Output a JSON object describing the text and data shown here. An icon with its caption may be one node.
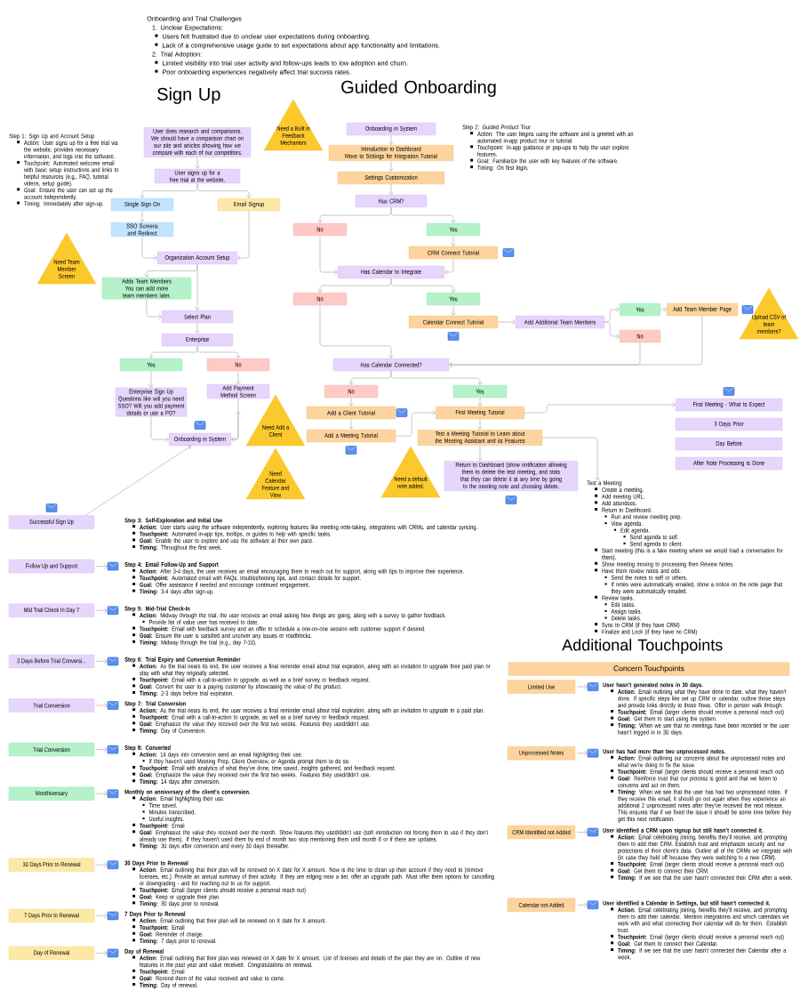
{
  "diagram": {
    "nodes": [
      {
        "text": [
          "User does research and comparisons. We should have a comparison chart on our site and articles showing how we compare with each of our competitors."
        ]
      },
      {
        "text": [
          "User signs up for a free trial at the website."
        ]
      },
      {
        "text": [
          "Single Sign On"
        ]
      },
      {
        "text": [
          "Email Signup"
        ]
      },
      {
        "text": [
          "SSO Screens and Redirect"
        ]
      },
      {
        "text": [
          "Organization Account Setup"
        ]
      },
      {
        "text": [
          "Need Team Member Screen"
        ]
      },
      {
        "text": [
          "Adds Team Members",
          "You can add more team members later."
        ]
      },
      {
        "text": [
          "Select Plan"
        ]
      },
      {
        "text": [
          "Enterprise"
        ]
      },
      {
        "text": [
          "Yes"
        ]
      },
      {
        "text": [
          "No"
        ]
      },
      {
        "text": [
          "Enterprise Sign Up Questions like will you need SSO? Will you add payment details or use a PO?"
        ]
      },
      {
        "text": [
          "Add Payment Method Screen"
        ]
      },
      {
        "text": [
          "Onboarding in System"
        ]
      },
      {
        "text": [
          "Need a Built in Feedback Mechanism"
        ]
      },
      {
        "text": [
          "Onboarding in System"
        ]
      },
      {
        "text": [
          "Introduction to Dashboard",
          "Move to Settings for Integration Tutorial"
        ]
      },
      {
        "text": [
          "Settings Customization"
        ]
      },
      {
        "text": [
          "Has CRM?"
        ]
      },
      {
        "text": [
          "No"
        ]
      },
      {
        "text": [
          "Yes"
        ]
      },
      {
        "text": [
          "CRM Connect Tutorial"
        ]
      },
      {
        "text": [
          "Has Calendar to Integrate"
        ]
      },
      {
        "text": [
          "No"
        ]
      },
      {
        "text": [
          "Yes"
        ]
      },
      {
        "text": [
          "Calendar Connect Tutorial"
        ]
      },
      {
        "text": [
          "Add Additional Team Members"
        ]
      },
      {
        "text": [
          "Yes"
        ]
      },
      {
        "text": [
          "No"
        ]
      },
      {
        "text": [
          "Add Team Member Page"
        ]
      },
      {
        "text": [
          "Upload CSV of team members?"
        ]
      },
      {
        "text": [
          "Has Calendar Connected?"
        ]
      },
      {
        "text": [
          "No"
        ]
      },
      {
        "text": [
          "Yes"
        ]
      },
      {
        "text": [
          "Need Add a Client"
        ]
      },
      {
        "text": [
          "Add a Client Tutorial"
        ]
      },
      {
        "text": [
          "Need Calendar Feature and View"
        ]
      },
      {
        "text": [
          "Add a Meeting Tutorial"
        ]
      },
      {
        "text": [
          "First Meeting Tutorial"
        ]
      },
      {
        "text": [
          "Need a default note added."
        ]
      },
      {
        "text": [
          "Test a Meeting Tutorial to Learn about the Meeting Assistant and its Features"
        ]
      },
      {
        "text": [
          "Return to Dashboard (show notification allowing them to delete the test meeting, and stats that they can delete it at any time by going to the meeting note and choosing delete."
        ]
      },
      {
        "text": [
          "First Meeting - What to Expect"
        ]
      },
      {
        "text": [
          "3 Days Prior"
        ]
      },
      {
        "text": [
          "Day Before"
        ]
      },
      {
        "text": [
          "After Note Processing is Done"
        ]
      },
      {
        "text": [
          "Test a Meeting:",
          "Create a meeting.",
          "Add meeting URL.",
          "Add attendees.",
          "Return to Dashboard.",
          "Run and review meeting prep.",
          "View agenda.",
          "Edit agenda.",
          "Send agenda to self.",
          "Send agenda to client.",
          "Start meeting (this is a fake meeting where we would load a conversation for them).",
          "Show meeting moving to processing then Review Notes.",
          "Have them review notes and edit.",
          "Send the notes to self or others.",
          "If notes were automatically emailed, show a notice on the note page that they were automatically emailed.",
          "Review tasks.",
          "Edit tasks.",
          "Assign tasks.",
          "Delete tasks.",
          "Sync to CRM (if they have CRM)",
          "Finalize and Lock (if they have no CRM)"
        ]
      },
      {
        "text": [
          "Successful Sign Up"
        ]
      },
      {
        "text": [
          "Follow Up and Support"
        ]
      },
      {
        "text": [
          "Mid Trial Check In Day 7"
        ]
      },
      {
        "text": [
          "3 Days Before Trial Conversi..."
        ]
      },
      {
        "text": [
          "Trial Conversion"
        ]
      },
      {
        "text": [
          "Trial Conversion"
        ]
      },
      {
        "text": [
          "Monthiversary"
        ]
      },
      {
        "text": [
          "30 Days Prior to Renewal"
        ]
      },
      {
        "text": [
          "7 Days Prior to Renewal"
        ]
      },
      {
        "text": [
          "Day of Renewal"
        ]
      },
      {
        "text": [],
        "shape": "envelope"
      },
      {
        "text": [],
        "shape": "envelope"
      },
      {
        "text": [],
        "shape": "envelope"
      },
      {
        "text": [],
        "shape": "envelope"
      },
      {
        "text": [],
        "shape": "envelope"
      },
      {
        "text": [],
        "shape": "envelope"
      },
      {
        "text": [],
        "shape": "envelope"
      },
      {
        "text": [],
        "shape": "envelope"
      },
      {
        "text": [],
        "shape": "envelope"
      },
      {
        "text": [
          "Concern Touchpoints"
        ]
      },
      {
        "text": [
          "Limited Use"
        ]
      },
      {
        "text": [
          "Unprocessed Notes"
        ]
      },
      {
        "text": [
          "CRM Identified not Added"
        ]
      },
      {
        "text": [
          "Calendar not Added"
        ]
      },
      {
        "text": [],
        "shape": "envelope"
      },
      {
        "text": [],
        "shape": "envelope"
      },
      {
        "text": [],
        "shape": "envelope"
      },
      {
        "text": [],
        "shape": "envelope"
      }
    ],
    "edges": [
      {
        "from": 0,
        "to": 1,
        "arrow": "to"
      },
      {
        "from": 1,
        "to": 2,
        "arrow": "to"
      },
      {
        "from": 1,
        "to": 3,
        "arrow": "to"
      },
      {
        "from": 2,
        "to": 4,
        "arrow": "to"
      },
      {
        "from": 4,
        "to": 5,
        "arrow": "to"
      },
      {
        "from": 3,
        "to": 5,
        "arrow": "to"
      },
      {
        "from": 5,
        "to": 7,
        "arrow": "to"
      },
      {
        "from": 5,
        "to": 8,
        "arrow": "to"
      },
      {
        "from": 7,
        "to": 8,
        "arrow": "to"
      },
      {
        "from": 8,
        "to": 9,
        "arrow": "to"
      },
      {
        "from": 9,
        "to": 10,
        "arrow": "to"
      },
      {
        "from": 9,
        "to": 11,
        "arrow": "to"
      },
      {
        "from": 10,
        "to": 12,
        "arrow": "to"
      },
      {
        "from": 11,
        "to": 13,
        "arrow": "to"
      },
      {
        "from": 12,
        "to": 14,
        "arrow": "to"
      },
      {
        "from": 13,
        "to": 14,
        "arrow": "to"
      },
      {
        "from": 14,
        "to": null,
        "arrow": "to"
      },
      {
        "from": 48,
        "to": 14,
        "arrow": "to"
      },
      {
        "from": 16,
        "to": 17,
        "arrow": "to"
      },
      {
        "from": 17,
        "to": 18,
        "arrow": "to"
      },
      {
        "from": 18,
        "to": 19,
        "arrow": "to"
      },
      {
        "from": 19,
        "to": 20,
        "arrow": "to"
      },
      {
        "from": 19,
        "to": 21,
        "arrow": "to"
      },
      {
        "from": 21,
        "to": 22,
        "arrow": "to"
      },
      {
        "from": 20,
        "to": 23,
        "arrow": "to"
      },
      {
        "from": 22,
        "to": 23,
        "arrow": "to"
      },
      {
        "from": 23,
        "to": 24,
        "arrow": "to"
      },
      {
        "from": 23,
        "to": 25,
        "arrow": "to"
      },
      {
        "from": 25,
        "to": 26,
        "arrow": "to"
      },
      {
        "from": 26,
        "to": 27,
        "arrow": "to"
      },
      {
        "from": 27,
        "to": 28,
        "arrow": "to"
      },
      {
        "from": 27,
        "to": 29,
        "arrow": "to"
      },
      {
        "from": 28,
        "to": 30,
        "arrow": "to"
      },
      {
        "from": 24,
        "to": 32,
        "arrow": "to"
      },
      {
        "from": 29,
        "to": 32,
        "arrow": "to"
      },
      {
        "from": 30,
        "to": 32,
        "arrow": "to"
      },
      {
        "from": 32,
        "to": 33,
        "arrow": "to"
      },
      {
        "from": 32,
        "to": 34,
        "arrow": "to"
      },
      {
        "from": 33,
        "to": 36,
        "arrow": "to"
      },
      {
        "from": 36,
        "to": 38,
        "arrow": "to"
      },
      {
        "from": 38,
        "to": 39,
        "arrow": "to"
      },
      {
        "from": 34,
        "to": 39,
        "arrow": "to"
      },
      {
        "from": 39,
        "to": 43,
        "arrow": "to"
      },
      {
        "from": 39,
        "to": 41,
        "arrow": "to"
      },
      {
        "from": 41,
        "to": 42,
        "arrow": "to"
      },
      {
        "from": 41,
        "to": 47,
        "arrow": "to"
      },
      {
        "from": 49,
        "to": 58,
        "arrow": "to"
      },
      {
        "from": 50,
        "to": 59,
        "arrow": "to"
      },
      {
        "from": 51,
        "to": 60,
        "arrow": "to"
      },
      {
        "from": 52,
        "to": 61,
        "arrow": "to"
      },
      {
        "from": 53,
        "to": 62,
        "arrow": "to"
      },
      {
        "from": 54,
        "to": 63,
        "arrow": "to"
      },
      {
        "from": 55,
        "to": 64,
        "arrow": "to"
      },
      {
        "from": 56,
        "to": 65,
        "arrow": "to"
      },
      {
        "from": 57,
        "to": 66,
        "arrow": "to"
      },
      {
        "from": 68,
        "to": 72,
        "arrow": "to"
      },
      {
        "from": 69,
        "to": 73,
        "arrow": "to"
      },
      {
        "from": 70,
        "to": 74,
        "arrow": "to"
      },
      {
        "from": 71,
        "to": 75,
        "arrow": "to"
      }
    ],
    "labels": [
      "Onboarding and Trial Challenges",
      "1. Unclear Expectations:",
      "Users felt frustrated due to unclear user expectations during onboarding.",
      "Lack of a comprehensive usage guide to set expectations about app functionality and limitations.",
      "2. Trial Adoption:",
      "Limited visibility into trial user activity and follow-ups leads to low adoption and churn.",
      "Poor onboarding experiences negatively affect trial success rates.",
      "Sign Up",
      "Guided Onboarding",
      "Step 1: Sign Up and Account Setup",
      "Action: User signs up for a free trial via the website, provides necessary information, and logs into the software.",
      "Touchpoint: Automated welcome email with basic setup instructions and links to helpful resources (e.g., FAQ, tutorial videos, setup guide).",
      "Goal: Ensure the user can set up the account independently.",
      "Timing: Immediately after sign-up.",
      "Step 2: Guided Product Tour",
      "Action: The user begins using the software and is greeted with an automated in-app product tour or tutorial.",
      "Touchpoint: In-app guidance or pop-ups to help the user explore features.",
      "Goal: Familiarize the user with key features of the software.",
      "Timing: On first login.",
      "Step 3: Self-Exploration and Initial Use",
      "**Action:** User starts using the software independently, exploring features like meeting note-taking, integrations with CRMs, and calendar syncing.",
      "**Touchpoint:** Automated in-app tips, tooltips, or guides to help with specific tasks.",
      "**Goal:** Enable the user to explore and use the software at their own pace.",
      "**Timing:** Throughout the first week.",
      "Step 4: Email Follow-Up and Support",
      "**Action:** After 3-4 days, the user receives an email encouraging them to reach out for support, along with tips to improve their experience.",
      "**Touchpoint:** Automated email with FAQs, troubleshooting tips, and contact details for support.",
      "**Goal:** Offer assistance if needed and encourage continued engagement.",
      "**Timing:** 3-4 days after sign-up.",
      "Step 5: Mid-Trial Check-In",
      "**Action:** Midway through the trial, the user receives an email asking how things are going, along with a survey to gather feedback.",
      "Provide list of value user has received to date.",
      "**Touchpoint:** Email with feedback survey and an offer to schedule a one-on-one session with customer support if desired.",
      "**Goal:** Ensure the user is satisfied and uncover any issues or roadblocks.",
      "**Timing:** Midway through the trial (e.g., day 7-10).",
      "Step 6: Trial Expiry and Conversion Reminder",
      "**Action:** As the trial nears its end, the user receives a final reminder email about trial expiration, along with an invitation to upgrade their paid plan or stay with what they originally selected.",
      "**Touchpoint:** Email with a call-to-action to upgrade, as well as a brief survey or feedback request.",
      "**Goal:** Convert the user to a paying customer by showcasing the value of the product.",
      "**Timing:** 2-3 days before trial expiration.",
      "Step 7: Trial Conversion",
      "**Action:** As the trial nears its end, the user receives a final reminder email about trial expiration, along with an invitation to upgrade to a paid plan.",
      "**Touchpoint:** Email with a call-to-action to upgrade, as well as a brief survey or feedback request.",
      "**Goal:** Emphasize the value they received over the first two weeks. Features they used/didn't use.",
      "**Timing:** Day of Conversion.",
      "Step 8: Converted",
      "**Action:** 14 days into conversion send an email highlighting their use.",
      "If they haven't used Meeting Prep, Client Overview, or Agenda prompt them to do so.",
      "**Touchpoint:** Email with analytics of what they've done, time saved, insights gathered, and feedback request.",
      "**Goal:** Emphasize the value they received over the first two weeks. Features they used/didn't use.",
      "**Timing:** 14 days after conversion.",
      "Monthly on anniversary of the client's conversion.",
      "**Action:** Email highlighting their use.",
      "Time saved.",
      "Minutes transcribed.",
      "Useful insights.",
      "**Touchpoint:** Email",
      "**Goal:** Emphasize the value they received over the month. Show features they used/didn't use (soft introduction not forcing them to use if they don't already use them). If they haven't used them by end of month two stop mentioning them until month 6 or if there are updates.",
      "**Timing:** 30 days after conversion and every 30 days thereafter.",
      "30 Days Prior to Renewal",
      "**Action:** Email outlining that their plan will be renewed on X date for X amount. Now is the time to clean up their account if they need to (remove licenses, etc.) Provide an annual summary of their activity. If they are edging near a tier, offer an upgrade path. Must offer them options for cancelling or downgrading - and for reaching out to us for support.",
      "**Touchpoint:** Email (larger clients should receive a personal reach out)",
      "**Goal:** Keep or upgrade their plan.",
      "**Timing:** 30 days prior to renewal.",
      "7 Days Prior to Renewal",
      "**Action:** Email outlining that their plan will be renewed on X date for X amount.",
      "**Touchpoint:** Email",
      "**Goal:** Reminder of charge.",
      "**Timing:** 7 days prior to renewal.",
      "Day of Renewal",
      "**Action:** Email outlining that their plan was renewed on X date for X amount. List of licenses and details of the plan they are on. Outline of new features in the past year and value received. Congratulations on renewal.",
      "**Touchpoint:** Email",
      "**Goal:** Remind them of the value received and value to come.",
      "**Timing:** Day of renewal.",
      "Additional Touchpoints",
      "User hasn't generated notes in 30 days.",
      "**Action:** Email outlining what they have done to date, what they haven't done. If specific steps like set up CRM or calendar, outline those steps and provide links directly to those flows. Offer in person walk through.",
      "**Touchpoint:** Email (larger clients should receive a personal reach out)",
      "**Goal:** Get them to start using the system.",
      "**Timing:** When we see that no meetings have been recorded or the user hasn't logged in in 30 days.",
      "User has had more than two unprocessed notes.",
      "**Action:** Email outlining our concerns about the unprocessed notes and what we're doing to fix the issue.",
      "**Touchpoint:** Email (larger clients should receive a personal reach out)",
      "**Goal:** Reinforce trust that our process is good and that we listen to concerns and act on them.",
      "**Timing:** When we see that the user has had two unprocessed notes. If they receive this email, it should go out again when they experience an additional 2 unprocessed notes after they've received the next release. This ensures that if we fixed the issue it should be some time before they get this next notification.",
      "User identified a CRM upon signup but still hasn't connected it.",
      "**Action:** Email celebrating joining, benefits they'll receive, and prompting them to add their CRM. Establish trust and emphasize security and our protections of their client's data. Outline all of the CRMs we integrate with (in case they held off because they were switching to a new CRM).",
      "**Touchpoint:** Email (larger clients should receive a personal reach out)",
      "**Goal:** Get them to connect their CRM.",
      "**Timing:** If we see that the user hasn't connected their CRM after a week.",
      "User identified a Calendar in Settings, but still hasn't connected it.",
      "**Action:** Email celebrating joining, benefits they'll receive, and prompting them to add their calendar. Mention integrations and which calendars we work with and what connecting their calendar will do for them. Establish trust.",
      "**Touchpoint:** Email (larger clients should receive a personal reach out)",
      "**Goal:** Get them to connect their Calendar.",
      "**Timing:** If we see that the user hasn't connected their Calendar after a week."
    ]
  }
}
